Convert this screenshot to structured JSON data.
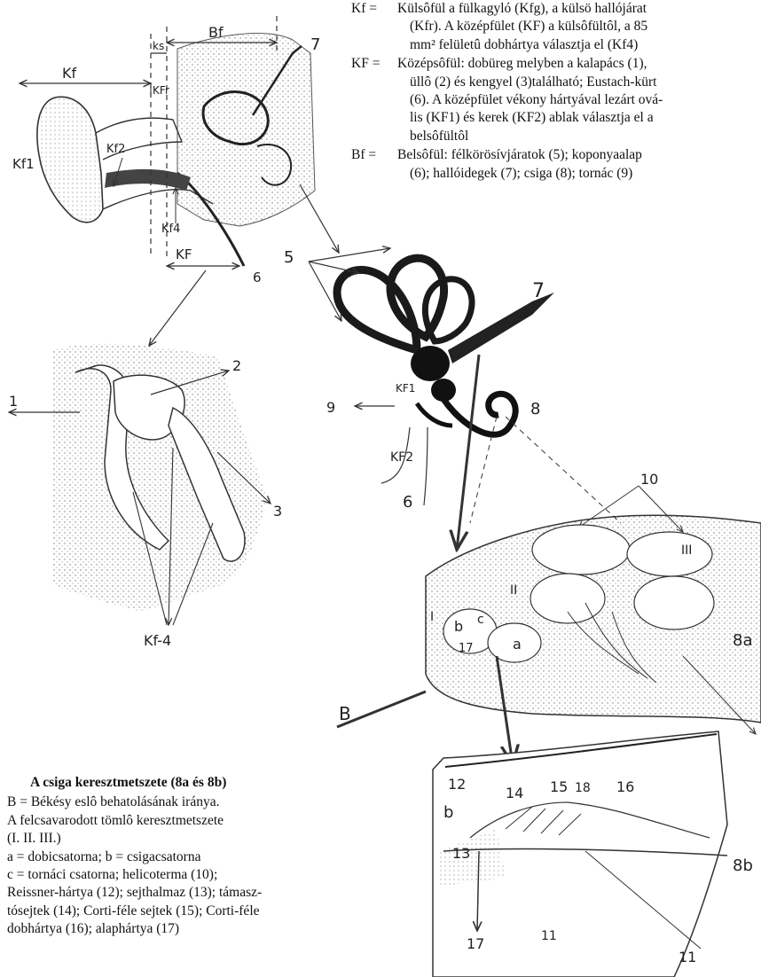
{
  "legend_top": [
    {
      "key": "Kf =",
      "lines": [
        "Külsôfül a fülkagyló (Kfg), a külsö hallójárat",
        "(Kfr). A középfület (KF) a külsôfültôl, a 85",
        "mm² felületû dobhártya választja el (Kf4)"
      ]
    },
    {
      "key": "KF =",
      "lines": [
        "Középsôfül: dobüreg melyben a kalapács (1),",
        "üllô (2) és kengyel (3)található; Eustach-kürt",
        "(6). A középfület vékony hártyával lezárt ová-",
        "lis (KF1) és kerek (KF2) ablak választja el a",
        "belsôfültôl"
      ]
    },
    {
      "key": "Bf =",
      "lines": [
        "Belsôfül: félkörösívjáratok (5); koponyaalap",
        "(6); hallóidegek (7); csiga (8); tornác (9)"
      ]
    }
  ],
  "legend_bottom": {
    "title": "A csiga keresztmetszete (8a és 8b)",
    "lines": [
      "B = Békésy eslô behatolásának iránya.",
      "A felcsavarodott tömlô keresztmetszete",
      "(I. II. III.)",
      "a = dobicsatorna; b = csigacsatorna",
      "c = tornáci csatorna; helicoterma (10);",
      "Reissner-hártya (12); sejthalmaz (13); támasz-",
      "tósejtek (14); Corti-féle sejtek (15); Corti-féle",
      "dobhártya (16); alaphártya (17)"
    ]
  },
  "labels": {
    "ear_kf": "Kf",
    "ear_bf": "Bf",
    "ear_ks": "ks",
    "ear_kfr": "|KFr",
    "ear_kf_mid": "KF",
    "ear_kf1": "Kf1",
    "ear_kf2": "Kf2",
    "ear_kf4": "Kf4",
    "ear_7": "7",
    "ear_6": "6",
    "n5": "5",
    "n7": "7",
    "n8": "8",
    "n9": "9",
    "n6": "6",
    "kf1": "KF1",
    "kf2": "KF2",
    "ossicle_1": "1",
    "ossicle_2": "2",
    "ossicle_3": "3",
    "ossicle_kf4": "Kf-4",
    "n10": "10",
    "c8a": "8a",
    "c8b": "8b",
    "cI": "I",
    "cII": "II",
    "cIII": "III",
    "ca": "a",
    "cb": "b",
    "cc": "c",
    "c17": "17",
    "cB": "B",
    "d12": "12",
    "db": "b",
    "d14": "14",
    "d15": "15",
    "d18": "18",
    "d16": "16",
    "d13": "13",
    "d17": "17",
    "d11b": "11",
    "d11": "11"
  }
}
